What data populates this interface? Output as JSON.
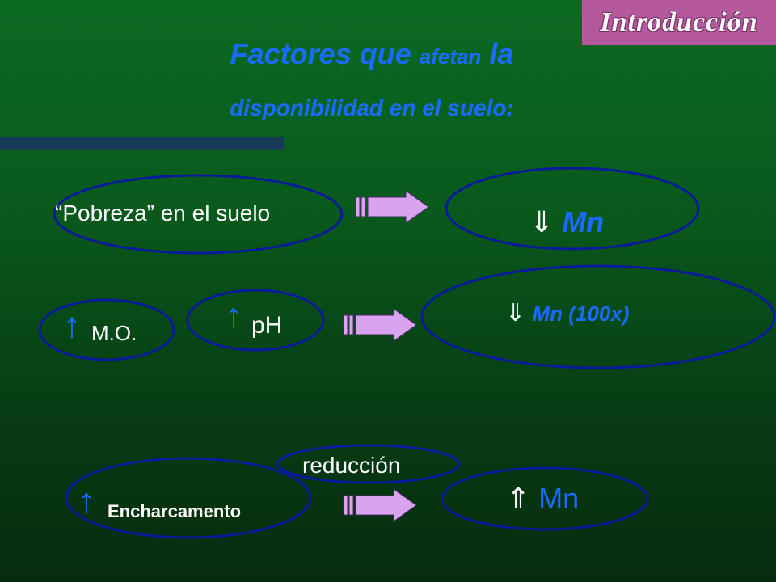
{
  "tag": {
    "label": "Introducción"
  },
  "title": {
    "line1_a": "Factores que ",
    "line1_b": "afetan",
    "line1_c": " la",
    "line2": "disponibilidad en el suelo:"
  },
  "row1": {
    "left_text": "“Pobreza”  en el suelo",
    "right_symbol": "⇓",
    "right_text": "Mn"
  },
  "row2": {
    "up1_symbol": "↑",
    "mo_text": "M.O.",
    "up2_symbol": "↑",
    "ph_text": "pH",
    "right_symbol": "⇓",
    "right_text": "Mn (100x)"
  },
  "row3": {
    "up_symbol": "↑",
    "left_text": "Encharcamento",
    "middle_text": "reducción",
    "right_symbol": "⇑",
    "right_text": "Mn"
  },
  "colors": {
    "accent_blue": "#1a6bff",
    "ellipse_stroke": "#0a1a9a",
    "arrow_fill": "#d9a3f0",
    "tag_bg": "#b45a9c"
  }
}
